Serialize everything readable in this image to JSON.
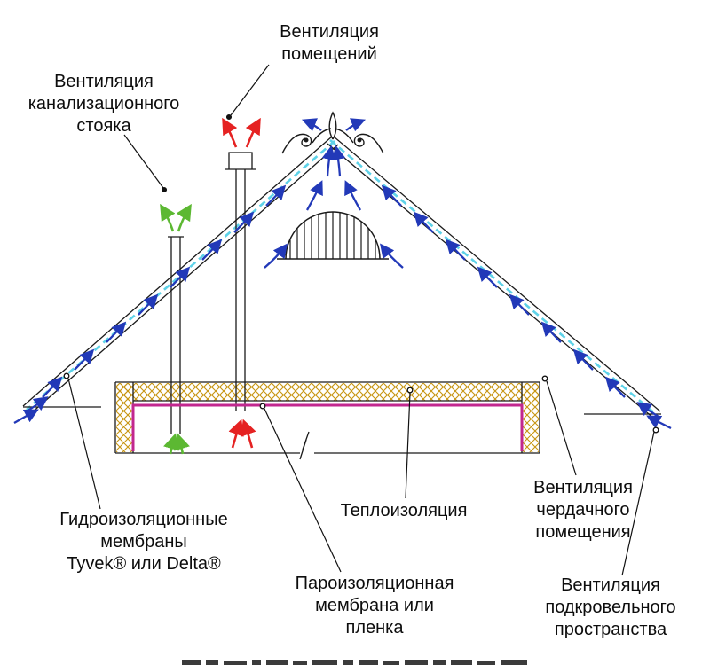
{
  "diagram": {
    "labels": {
      "vent_rooms": "Вентиляция\nпомещений",
      "vent_sewer": "Вентиляция\nканализационного\nстояка",
      "hydro_membrane": "Гидроизоляционные\nмембраны\nTyvek® или Delta®",
      "thermal": "Теплоизоляция",
      "vapor": "Пароизоляционная\nмембрана или\nпленка",
      "vent_attic": "Вентиляция\nчердачного\nпомещения",
      "vent_underroof": "Вентиляция\nподкровельного\nпространства"
    },
    "colors": {
      "airflow_blue": "#2239b8",
      "sewer_green": "#5cb832",
      "room_red": "#e52222",
      "membrane_cyan": "#5ed2e8",
      "insulation_gold": "#c79410",
      "vapor_magenta": "#c2278f",
      "outline": "#1a1a1a"
    }
  }
}
